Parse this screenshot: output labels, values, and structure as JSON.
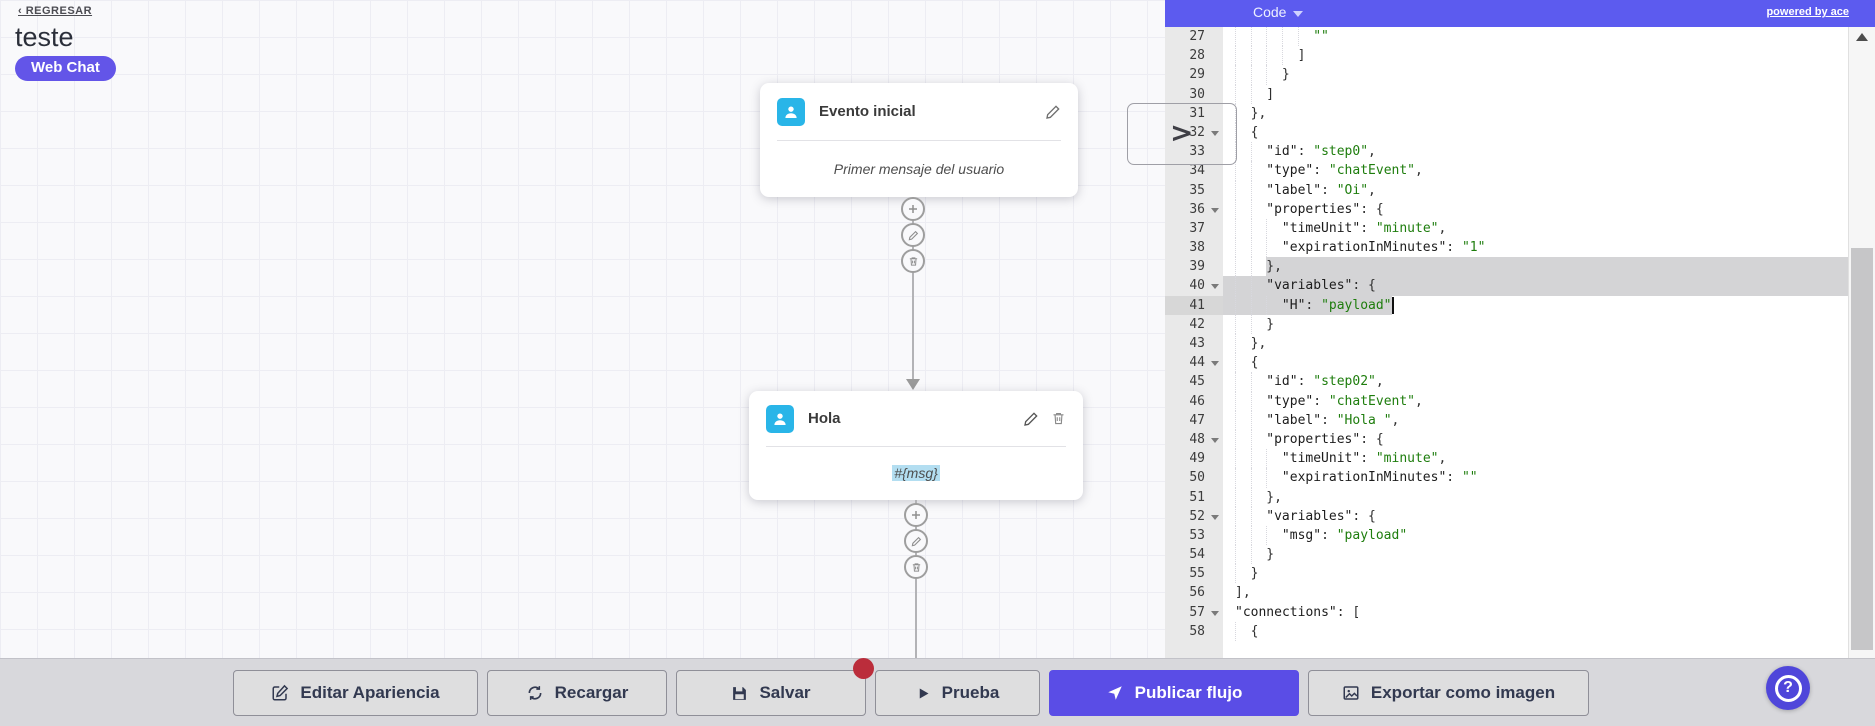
{
  "canvas": {
    "back_link": "‹ REGRESAR",
    "title": "teste",
    "channel_badge": "Web Chat",
    "nodes": [
      {
        "title": "Evento inicial",
        "body": "Primer mensaje del usuario"
      },
      {
        "title": "Hola",
        "body": "#{msg}"
      }
    ]
  },
  "editor": {
    "mode_label": "Code",
    "powered_by": "powered by ace",
    "lines": [
      {
        "n": 27,
        "indent": 10,
        "tokens": [
          [
            "s",
            "\"\""
          ]
        ]
      },
      {
        "n": 28,
        "indent": 8,
        "tokens": [
          [
            "p",
            "]"
          ]
        ]
      },
      {
        "n": 29,
        "indent": 6,
        "tokens": [
          [
            "p",
            "}"
          ]
        ]
      },
      {
        "n": 30,
        "indent": 4,
        "tokens": [
          [
            "p",
            "]"
          ]
        ]
      },
      {
        "n": 31,
        "indent": 2,
        "tokens": [
          [
            "p",
            "},"
          ]
        ]
      },
      {
        "n": 32,
        "indent": 2,
        "fold": true,
        "tokens": [
          [
            "p",
            "{"
          ]
        ]
      },
      {
        "n": 33,
        "indent": 4,
        "tokens": [
          [
            "k",
            "\"id\""
          ],
          [
            "p",
            ": "
          ],
          [
            "s",
            "\"step0\""
          ],
          [
            "p",
            ","
          ]
        ]
      },
      {
        "n": 34,
        "indent": 4,
        "tokens": [
          [
            "k",
            "\"type\""
          ],
          [
            "p",
            ": "
          ],
          [
            "s",
            "\"chatEvent\""
          ],
          [
            "p",
            ","
          ]
        ]
      },
      {
        "n": 35,
        "indent": 4,
        "tokens": [
          [
            "k",
            "\"label\""
          ],
          [
            "p",
            ": "
          ],
          [
            "s",
            "\"Oi\""
          ],
          [
            "p",
            ","
          ]
        ]
      },
      {
        "n": 36,
        "indent": 4,
        "fold": true,
        "tokens": [
          [
            "k",
            "\"properties\""
          ],
          [
            "p",
            ": {"
          ]
        ]
      },
      {
        "n": 37,
        "indent": 6,
        "tokens": [
          [
            "k",
            "\"timeUnit\""
          ],
          [
            "p",
            ": "
          ],
          [
            "s",
            "\"minute\""
          ],
          [
            "p",
            ","
          ]
        ]
      },
      {
        "n": 38,
        "indent": 6,
        "tokens": [
          [
            "k",
            "\"expirationInMinutes\""
          ],
          [
            "p",
            ": "
          ],
          [
            "s",
            "\"1\""
          ]
        ]
      },
      {
        "n": 39,
        "indent": 4,
        "sel": "fromIndent",
        "tokens": [
          [
            "p",
            "},"
          ]
        ]
      },
      {
        "n": 40,
        "indent": 4,
        "fold": true,
        "sel": "row",
        "tokens": [
          [
            "k",
            "\"variables\""
          ],
          [
            "p",
            ": {"
          ]
        ]
      },
      {
        "n": 41,
        "indent": 6,
        "sel": "text",
        "cursor": true,
        "active": true,
        "tokens": [
          [
            "k",
            "\"H\""
          ],
          [
            "p",
            ": "
          ],
          [
            "s",
            "\"payload\""
          ]
        ]
      },
      {
        "n": 42,
        "indent": 4,
        "tokens": [
          [
            "p",
            "}"
          ]
        ]
      },
      {
        "n": 43,
        "indent": 2,
        "tokens": [
          [
            "p",
            "},"
          ]
        ]
      },
      {
        "n": 44,
        "indent": 2,
        "fold": true,
        "tokens": [
          [
            "p",
            "{"
          ]
        ]
      },
      {
        "n": 45,
        "indent": 4,
        "tokens": [
          [
            "k",
            "\"id\""
          ],
          [
            "p",
            ": "
          ],
          [
            "s",
            "\"step02\""
          ],
          [
            "p",
            ","
          ]
        ]
      },
      {
        "n": 46,
        "indent": 4,
        "tokens": [
          [
            "k",
            "\"type\""
          ],
          [
            "p",
            ": "
          ],
          [
            "s",
            "\"chatEvent\""
          ],
          [
            "p",
            ","
          ]
        ]
      },
      {
        "n": 47,
        "indent": 4,
        "tokens": [
          [
            "k",
            "\"label\""
          ],
          [
            "p",
            ": "
          ],
          [
            "s",
            "\"Hola \""
          ],
          [
            "p",
            ","
          ]
        ]
      },
      {
        "n": 48,
        "indent": 4,
        "fold": true,
        "tokens": [
          [
            "k",
            "\"properties\""
          ],
          [
            "p",
            ": {"
          ]
        ]
      },
      {
        "n": 49,
        "indent": 6,
        "tokens": [
          [
            "k",
            "\"timeUnit\""
          ],
          [
            "p",
            ": "
          ],
          [
            "s",
            "\"minute\""
          ],
          [
            "p",
            ","
          ]
        ]
      },
      {
        "n": 50,
        "indent": 6,
        "tokens": [
          [
            "k",
            "\"expirationInMinutes\""
          ],
          [
            "p",
            ": "
          ],
          [
            "s",
            "\"\""
          ]
        ]
      },
      {
        "n": 51,
        "indent": 4,
        "tokens": [
          [
            "p",
            "},"
          ]
        ]
      },
      {
        "n": 52,
        "indent": 4,
        "fold": true,
        "tokens": [
          [
            "k",
            "\"variables\""
          ],
          [
            "p",
            ": {"
          ]
        ]
      },
      {
        "n": 53,
        "indent": 6,
        "tokens": [
          [
            "k",
            "\"msg\""
          ],
          [
            "p",
            ": "
          ],
          [
            "s",
            "\"payload\""
          ]
        ]
      },
      {
        "n": 54,
        "indent": 4,
        "tokens": [
          [
            "p",
            "}"
          ]
        ]
      },
      {
        "n": 55,
        "indent": 2,
        "tokens": [
          [
            "p",
            "}"
          ]
        ]
      },
      {
        "n": 56,
        "indent": 0,
        "tokens": [
          [
            "p",
            "],"
          ]
        ]
      },
      {
        "n": 57,
        "indent": 0,
        "fold": true,
        "tokens": [
          [
            "k",
            "\"connections\""
          ],
          [
            "p",
            ": ["
          ]
        ]
      },
      {
        "n": 58,
        "indent": 2,
        "tokens": [
          [
            "p",
            "{"
          ]
        ]
      }
    ]
  },
  "toolbar": {
    "buttons": [
      {
        "label": "Editar Apariencia"
      },
      {
        "label": "Recargar"
      },
      {
        "label": "Salvar"
      },
      {
        "label": "Prueba"
      },
      {
        "label": "Publicar flujo"
      },
      {
        "label": "Exportar como imagen"
      }
    ]
  },
  "help": {
    "label": "?"
  },
  "colors": {
    "accent_purple": "#5a4de6",
    "editor_bar_purple": "#5c5bef",
    "badge_purple": "#6355e8",
    "node_icon_cyan": "#29b5e8",
    "string_green": "#1e7d0d",
    "selection_gray": "#d4d4d6",
    "unsaved_dot_red": "#bb2d3b",
    "msg_highlight_blue": "#b3def1",
    "toolbar_bg": "#d8d8dc",
    "canvas_bg": "#f9f9fb"
  }
}
